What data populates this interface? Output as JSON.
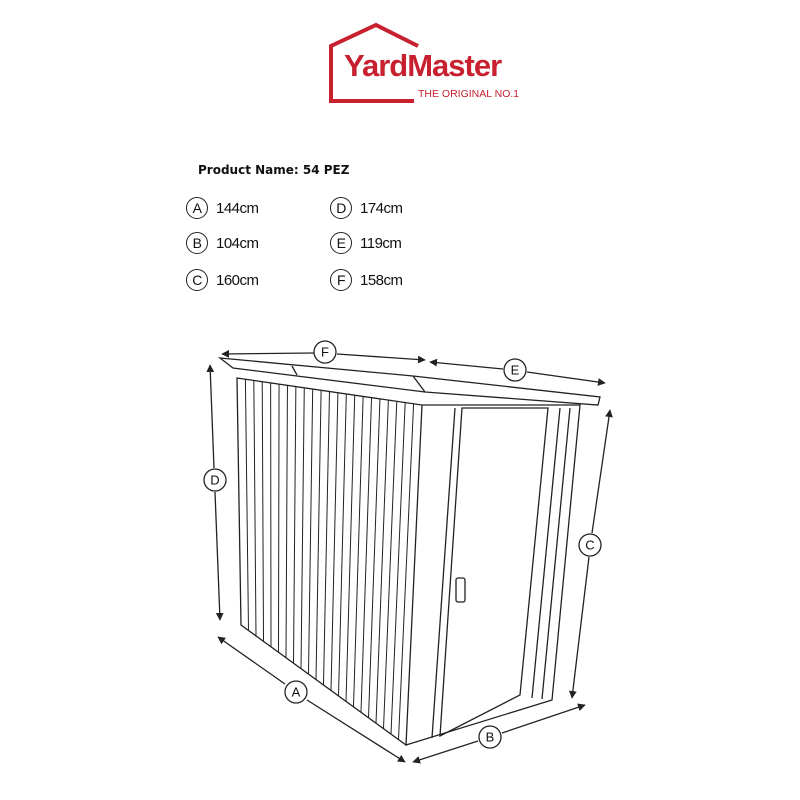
{
  "logo": {
    "brand": "YardMaster",
    "tagline": "THE ORIGINAL NO.1",
    "color": "#c8202f"
  },
  "product_name": "Product Name: 54 PEZ",
  "dimensions": [
    {
      "letter": "A",
      "value": "144cm"
    },
    {
      "letter": "B",
      "value": "104cm"
    },
    {
      "letter": "C",
      "value": "160cm"
    },
    {
      "letter": "D",
      "value": "174cm"
    },
    {
      "letter": "E",
      "value": "119cm"
    },
    {
      "letter": "F",
      "value": "158cm"
    }
  ]
}
